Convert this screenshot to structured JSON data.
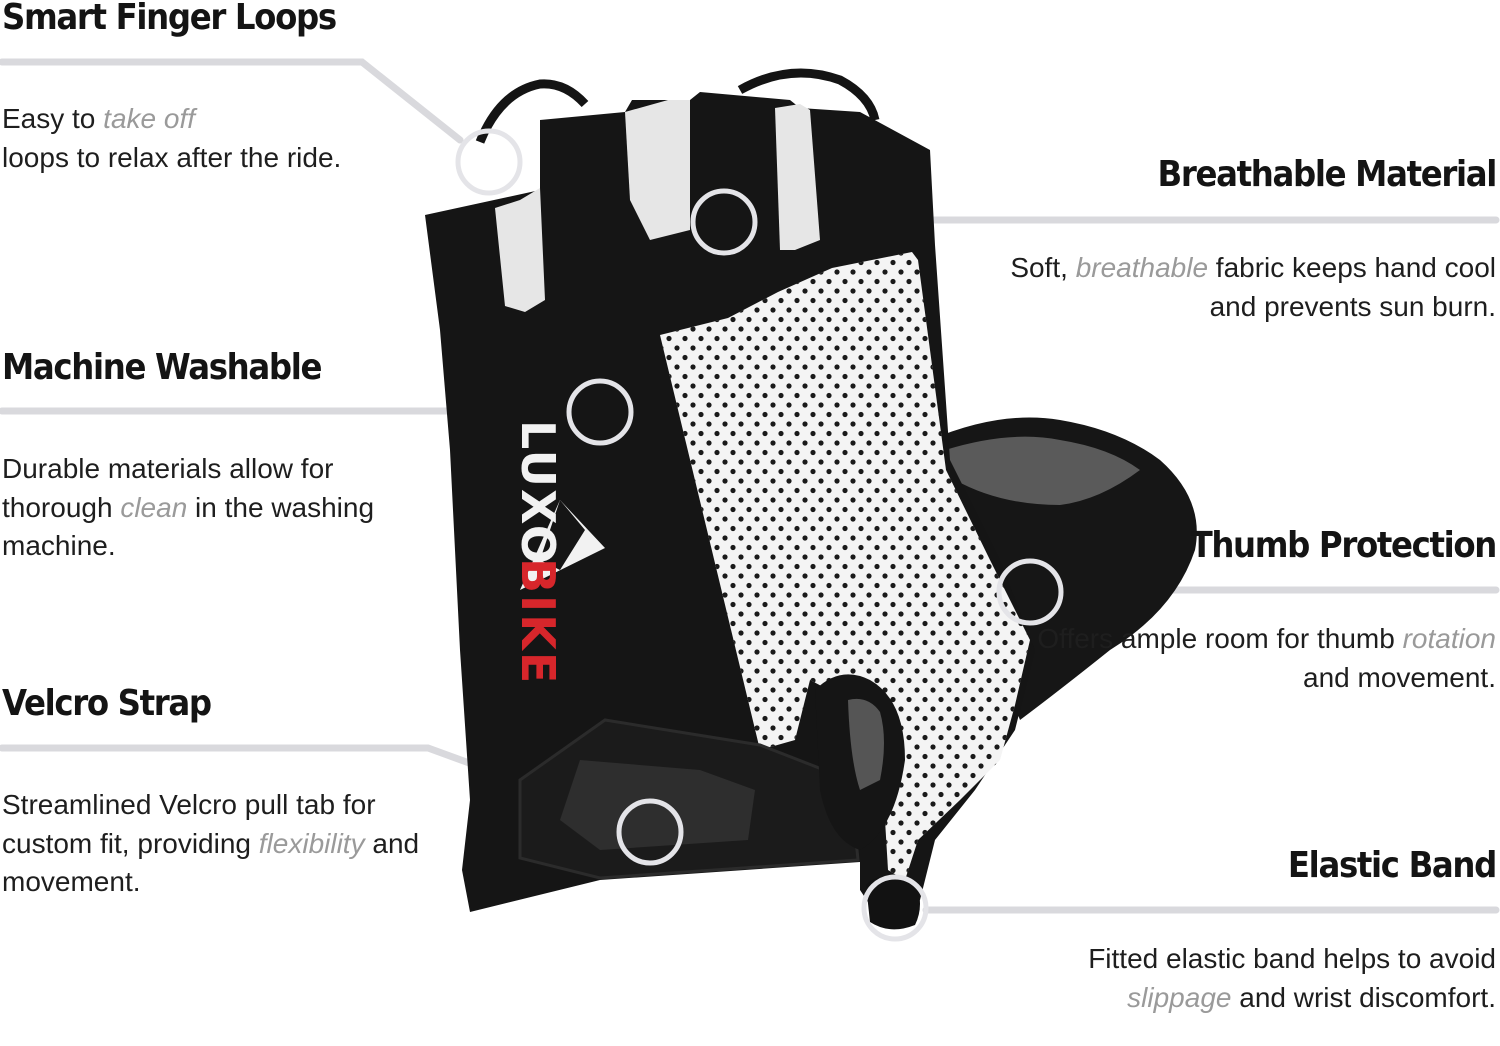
{
  "features": {
    "smart_finger_loops": {
      "title": "Smart Finger Loops",
      "desc_before": "Easy to ",
      "desc_em": "take off",
      "desc_after": " loops to relax after the ride."
    },
    "machine_washable": {
      "title": "Machine Washable",
      "desc_before": "Durable materials allow for thorough ",
      "desc_em": "clean",
      "desc_after": " in the washing machine."
    },
    "velcro_strap": {
      "title": "Velcro Strap",
      "desc_before": "Streamlined Velcro pull tab for custom fit, providing ",
      "desc_em": "flexibility",
      "desc_after": " and movement."
    },
    "breathable_material": {
      "title": "Breathable Material",
      "desc_before": "Soft, ",
      "desc_em": "breathable",
      "desc_after": " fabric keeps hand cool and prevents sun burn."
    },
    "thumb_protection": {
      "title": "Thumb Protection",
      "desc_before": "Offers ample room for thumb ",
      "desc_em": "rotation",
      "desc_after": " and movement."
    },
    "elastic_band": {
      "title": "Elastic Band",
      "desc_before": "Fitted elastic band helps to avoid ",
      "desc_em": "slippage",
      "desc_after": " and wrist discomfort."
    }
  },
  "product": {
    "brand_logo_text": "LUXOBIKE"
  },
  "colors": {
    "glove_black": "#151515",
    "mesh_white": "#f2f2f2",
    "accent_red": "#d7262b",
    "callout_line": "#d9d9dd",
    "emphasis_gray": "#9a9a9a"
  },
  "icons": [
    "callout-circle-icon",
    "mountain-logo-icon"
  ]
}
